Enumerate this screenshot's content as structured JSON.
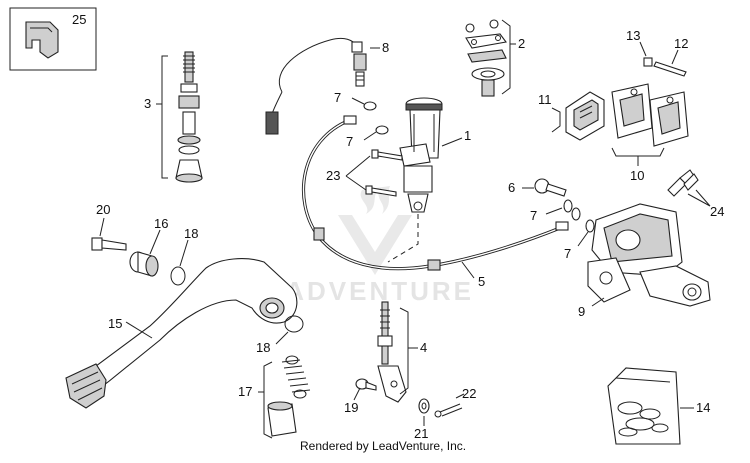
{
  "diagram": {
    "watermark_text": "LEADVENTURE",
    "credit": "Rendered by LeadVenture, Inc.",
    "callouts": {
      "p1": "1",
      "p2": "2",
      "p3": "3",
      "p4": "4",
      "p5": "5",
      "p6": "6",
      "p7a": "7",
      "p7b": "7",
      "p7c": "7",
      "p7d": "7",
      "p8": "8",
      "p9": "9",
      "p10": "10",
      "p11": "11",
      "p12": "12",
      "p13": "13",
      "p14": "14",
      "p15": "15",
      "p16": "16",
      "p17": "17",
      "p18a": "18",
      "p18b": "18",
      "p19": "19",
      "p20": "20",
      "p21": "21",
      "p22": "22",
      "p23": "23",
      "p24": "24",
      "p25": "25"
    }
  }
}
